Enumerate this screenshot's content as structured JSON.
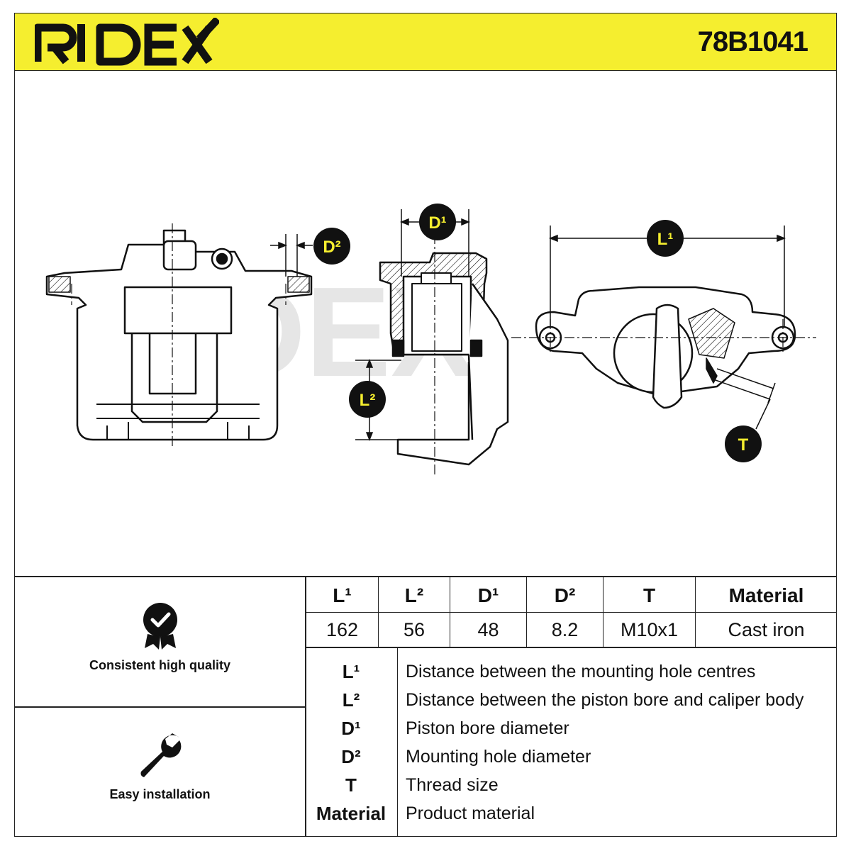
{
  "brand": {
    "name": "RIDEX",
    "accent_color": "#f5ee2f"
  },
  "part_number": "78B1041",
  "diagram": {
    "callouts": {
      "l1": "L¹",
      "l2": "L²",
      "d1": "D¹",
      "d2": "D²",
      "t": "T"
    },
    "watermark": "RIDEX"
  },
  "features": [
    {
      "icon": "quality-badge-icon",
      "label": "Consistent high quality"
    },
    {
      "icon": "wrench-icon",
      "label": "Easy installation"
    }
  ],
  "specs": {
    "headers": [
      "L¹",
      "L²",
      "D¹",
      "D²",
      "T",
      "Material"
    ],
    "values": [
      "162",
      "56",
      "48",
      "8.2",
      "M10x1",
      "Cast iron"
    ]
  },
  "legend": [
    {
      "key": "L¹",
      "text": "Distance between the mounting hole centres"
    },
    {
      "key": "L²",
      "text": "Distance between the piston bore and caliper body"
    },
    {
      "key": "D¹",
      "text": "Piston bore diameter"
    },
    {
      "key": "D²",
      "text": "Mounting hole diameter"
    },
    {
      "key": "T",
      "text": "Thread size"
    },
    {
      "key": "Material",
      "text": "Product material"
    }
  ]
}
